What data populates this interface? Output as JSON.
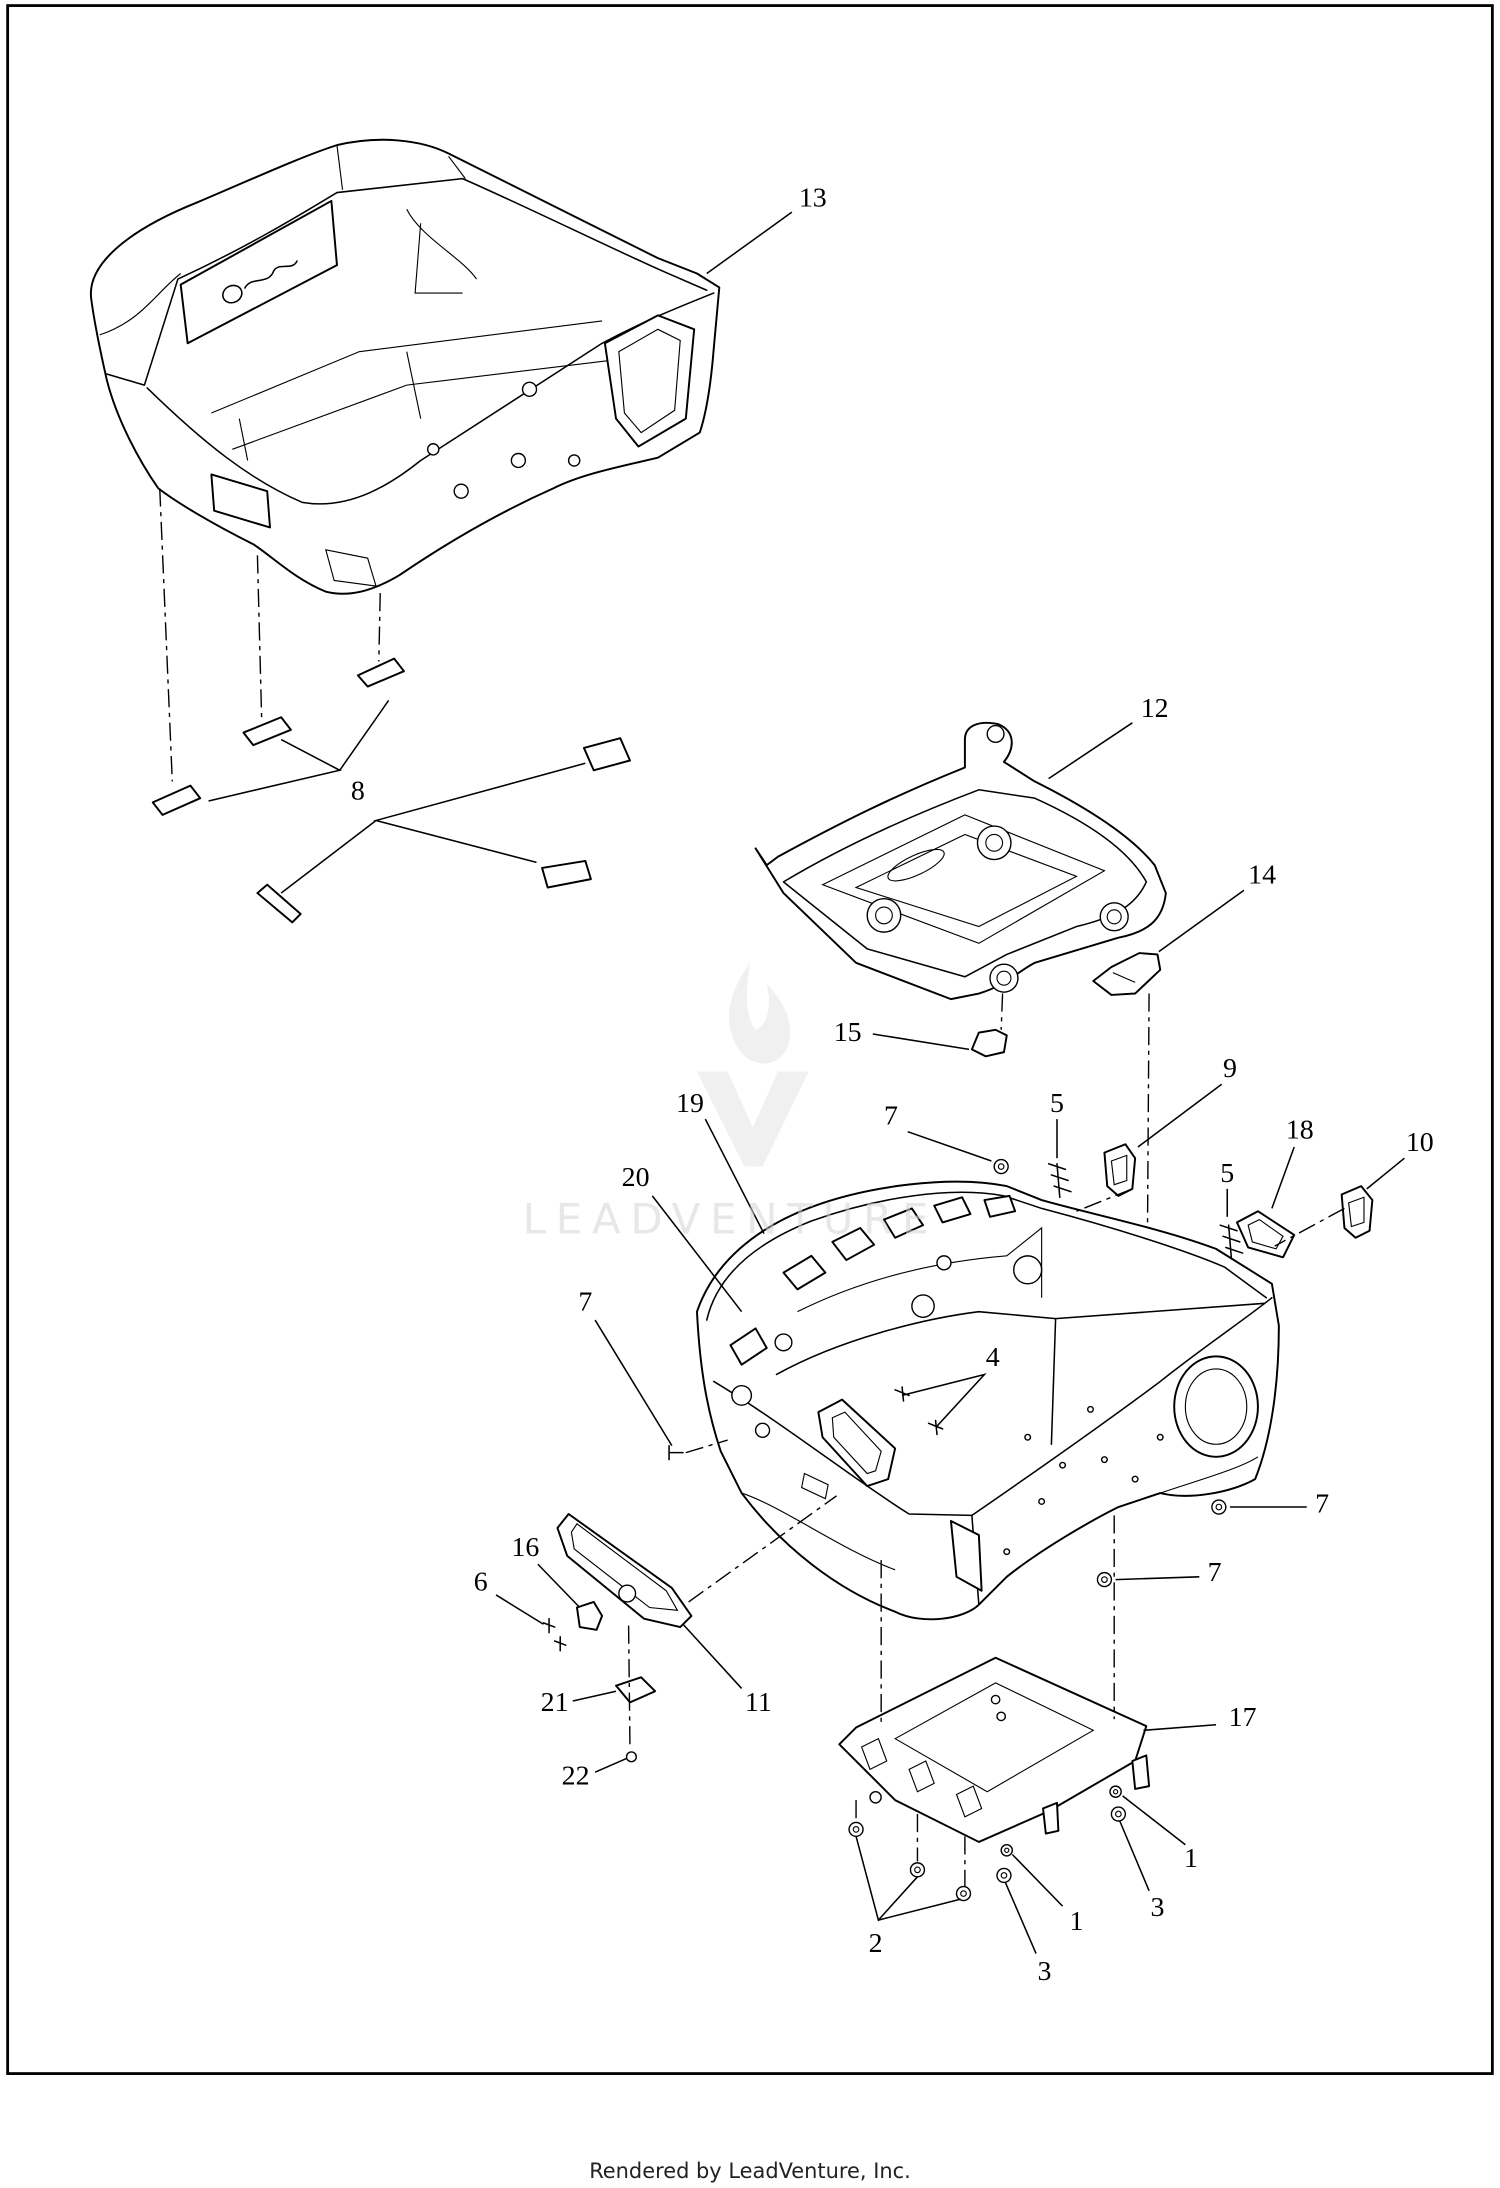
{
  "diagram": {
    "callouts": [
      "13",
      "12",
      "8",
      "14",
      "15",
      "9",
      "7",
      "5",
      "19",
      "18",
      "10",
      "20",
      "5",
      "7",
      "4",
      "7",
      "7",
      "16",
      "6",
      "11",
      "21",
      "17",
      "22",
      "1",
      "3",
      "1",
      "2",
      "3"
    ],
    "watermark": "LEADVENTURE",
    "footer": "Rendered by LeadVenture, Inc."
  },
  "colors": {
    "line": "#000000",
    "watermark": "#d4d4d4",
    "background": "#ffffff"
  }
}
